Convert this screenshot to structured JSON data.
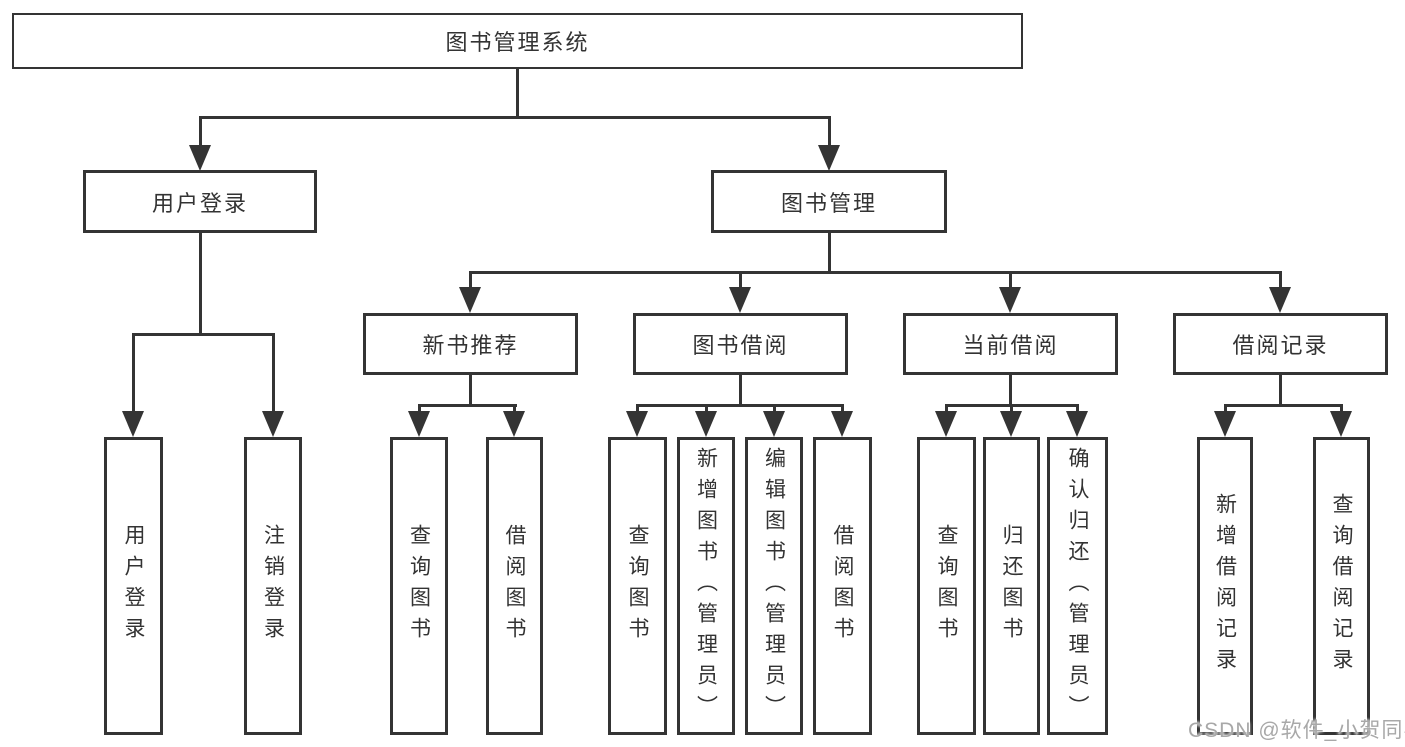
{
  "diagram_type": "feature-tree",
  "colors": {
    "background": "#ffffff",
    "line": "#343434",
    "box_border": "#343434",
    "text": "#333333",
    "watermark": "#a8a8a8"
  },
  "tree": {
    "label": "图书管理系统",
    "children": [
      {
        "label": "用户登录",
        "children": [
          {
            "label": "用户登录"
          },
          {
            "label": "注销登录"
          }
        ]
      },
      {
        "label": "图书管理",
        "children": [
          {
            "label": "新书推荐",
            "children": [
              {
                "label": "查询图书"
              },
              {
                "label": "借阅图书"
              }
            ]
          },
          {
            "label": "图书借阅",
            "children": [
              {
                "label": "查询图书"
              },
              {
                "label": "新增图书（管理员）"
              },
              {
                "label": "编辑图书（管理员）"
              },
              {
                "label": "借阅图书"
              }
            ]
          },
          {
            "label": "当前借阅",
            "children": [
              {
                "label": "查询图书"
              },
              {
                "label": "归还图书"
              },
              {
                "label": "确认归还（管理员）"
              }
            ]
          },
          {
            "label": "借阅记录",
            "children": [
              {
                "label": "新增借阅记录"
              },
              {
                "label": "查询借阅记录"
              }
            ]
          }
        ]
      }
    ]
  },
  "watermark": {
    "text": "CSDN @软件_小贺同学"
  }
}
